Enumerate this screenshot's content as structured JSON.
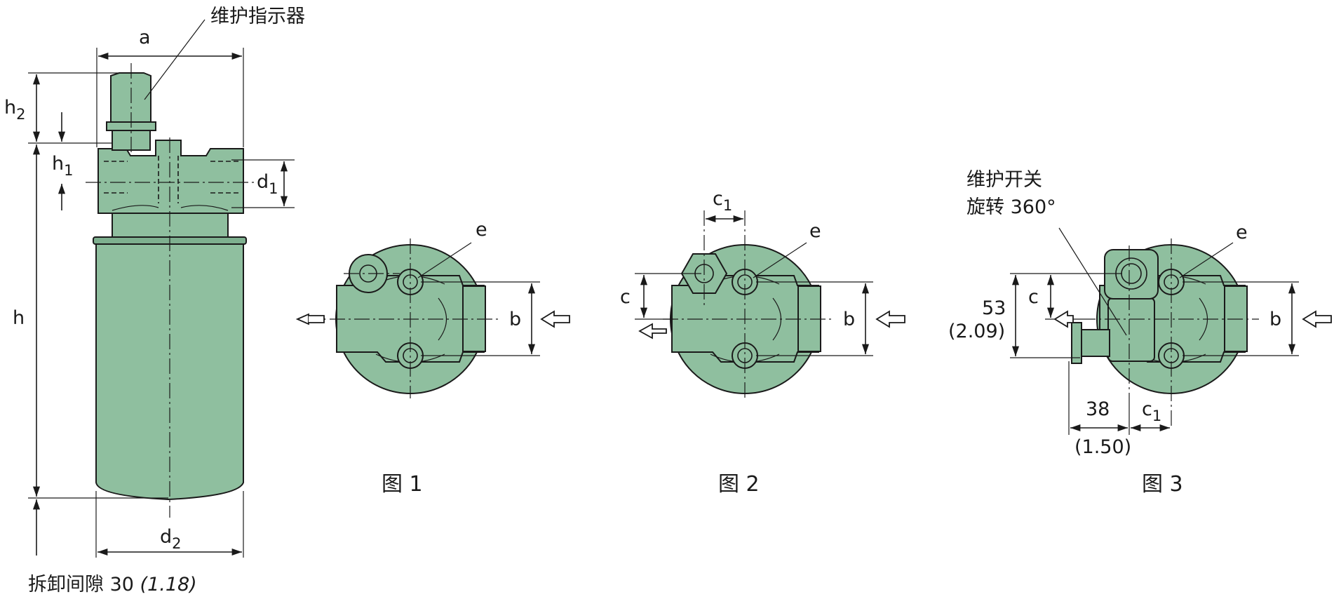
{
  "labels": {
    "indicator": "维护指示器",
    "a": "a",
    "h2": "h",
    "h2_sub": "2",
    "h1": "h",
    "h1_sub": "1",
    "d1": "d",
    "d1_sub": "1",
    "h": "h",
    "d2": "d",
    "d2_sub": "2",
    "clearance_prefix": "拆卸间隙 30 ",
    "clearance_value": "(1.18)",
    "fig1_e": "e",
    "fig1_b": "b",
    "fig2_c1": "c",
    "fig2_c1_sub": "1",
    "fig2_e": "e",
    "fig2_c": "c",
    "fig2_b": "b",
    "fig3_switch_line1": "维护开关",
    "fig3_switch_line2": "旋转 360°",
    "fig3_e": "e",
    "fig3_53": "53",
    "fig3_209": "(2.09)",
    "fig3_c": "c",
    "fig3_b": "b",
    "fig3_38": "38",
    "fig3_150": "(1.50)",
    "fig3_c1": "c",
    "fig3_c1_sub": "1"
  },
  "captions": {
    "fig1": "图 1",
    "fig2": "图 2",
    "fig3": "图 3"
  },
  "colors": {
    "body": "#8fbf9f",
    "line": "#1a1a1a"
  }
}
